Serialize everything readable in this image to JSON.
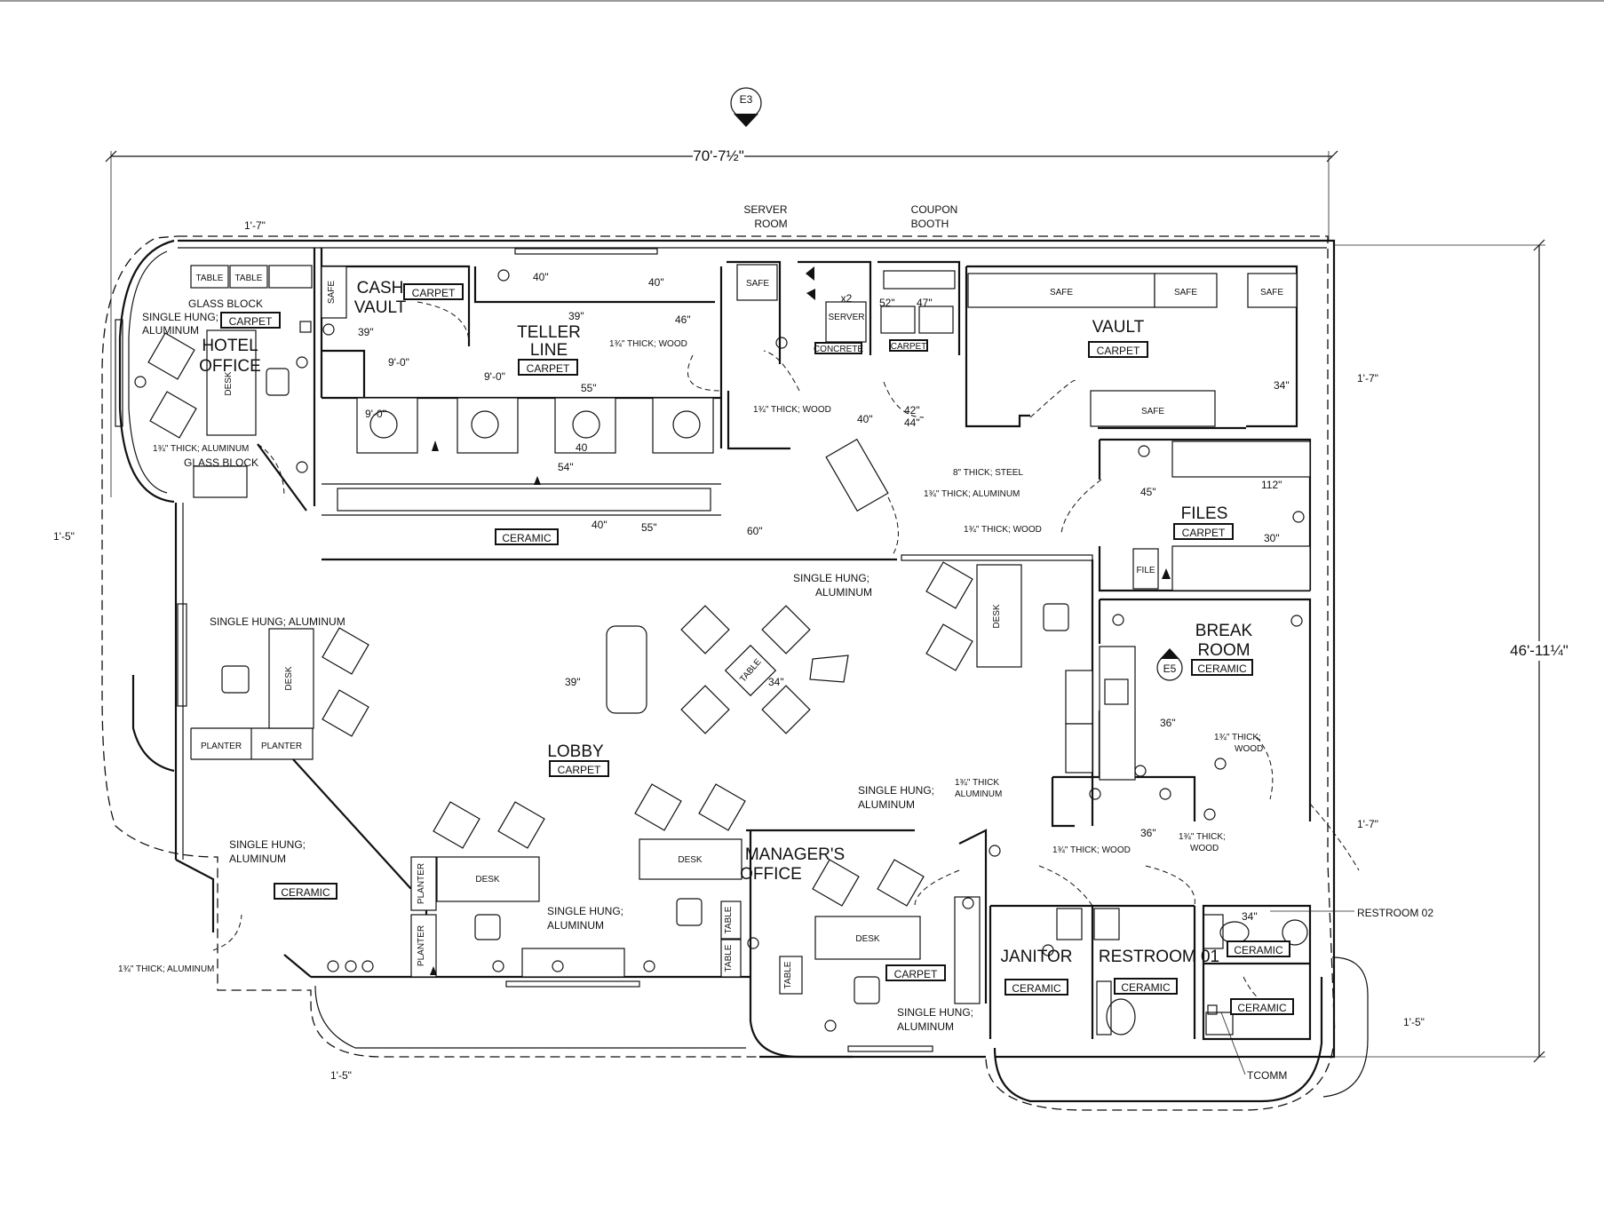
{
  "plan": {
    "elevation_top": "E3",
    "elevation_break": "E5",
    "dim_width": "70'-7½\"",
    "dim_height": "46'-11¼\"",
    "offsets": [
      "1'-7\"",
      "1'-5\"",
      "1'-7\"",
      "1'-7\"",
      "1'-5\"",
      "1'-5\""
    ]
  },
  "rooms": {
    "cash_vault_1": "CASH",
    "cash_vault_2": "VAULT",
    "hotel_office_1": "HOTEL",
    "hotel_office_2": "OFFICE",
    "teller_1": "TELLER",
    "teller_2": "LINE",
    "server_room_1": "SERVER",
    "server_room_2": "ROOM",
    "coupon_1": "COUPON",
    "coupon_2": "BOOTH",
    "vault": "VAULT",
    "files": "FILES",
    "break_1": "BREAK",
    "break_2": "ROOM",
    "lobby": "LOBBY",
    "manager_1": "MANAGER'S",
    "manager_2": "OFFICE",
    "janitor": "JANITOR",
    "restroom01": "RESTROOM 01",
    "restroom02": "RESTROOM 02",
    "tcomm": "TCOMM"
  },
  "finishes": {
    "carpet": "CARPET",
    "ceramic": "CERAMIC",
    "concrete": "CONCRETE"
  },
  "furniture": {
    "table": "TABLE",
    "desk": "DESK",
    "safe": "SAFE",
    "planter": "PLANTER",
    "server": "SERVER",
    "file": "FILE",
    "x2": "x2"
  },
  "notes": {
    "glass_block": "GLASS BLOCK",
    "single_hung_al": "SINGLE HUNG; ALUMINUM",
    "single_hung_1": "SINGLE HUNG;",
    "single_hung_2": "ALUMINUM",
    "thick_wood": "1¾\" THICK; WOOD",
    "thick_al": "1¾\" THICK; ALUMINUM",
    "thick_al_2line_1": "1¾\" THICK",
    "thick_al_2line_2": "ALUMINUM",
    "thick_wood_2line_1": "1¾\" THICK;",
    "thick_wood_2line_2": "WOOD",
    "steel": "8\" THICK; STEEL"
  },
  "dims": {
    "d39": "39\"",
    "d40": "40\"",
    "d46": "46\"",
    "d55": "55\"",
    "d54": "54\"",
    "d60": "60\"",
    "d9_0": "9'-0\"",
    "d52": "52\"",
    "d47": "47\"",
    "d42": "42\"",
    "d44": "44\"",
    "d34": "34\"",
    "d45": "45\"",
    "d112": "112\"",
    "d30": "30\"",
    "d36": "36\"",
    "d40b": "40",
    "d9_0b": "9'-0\""
  }
}
